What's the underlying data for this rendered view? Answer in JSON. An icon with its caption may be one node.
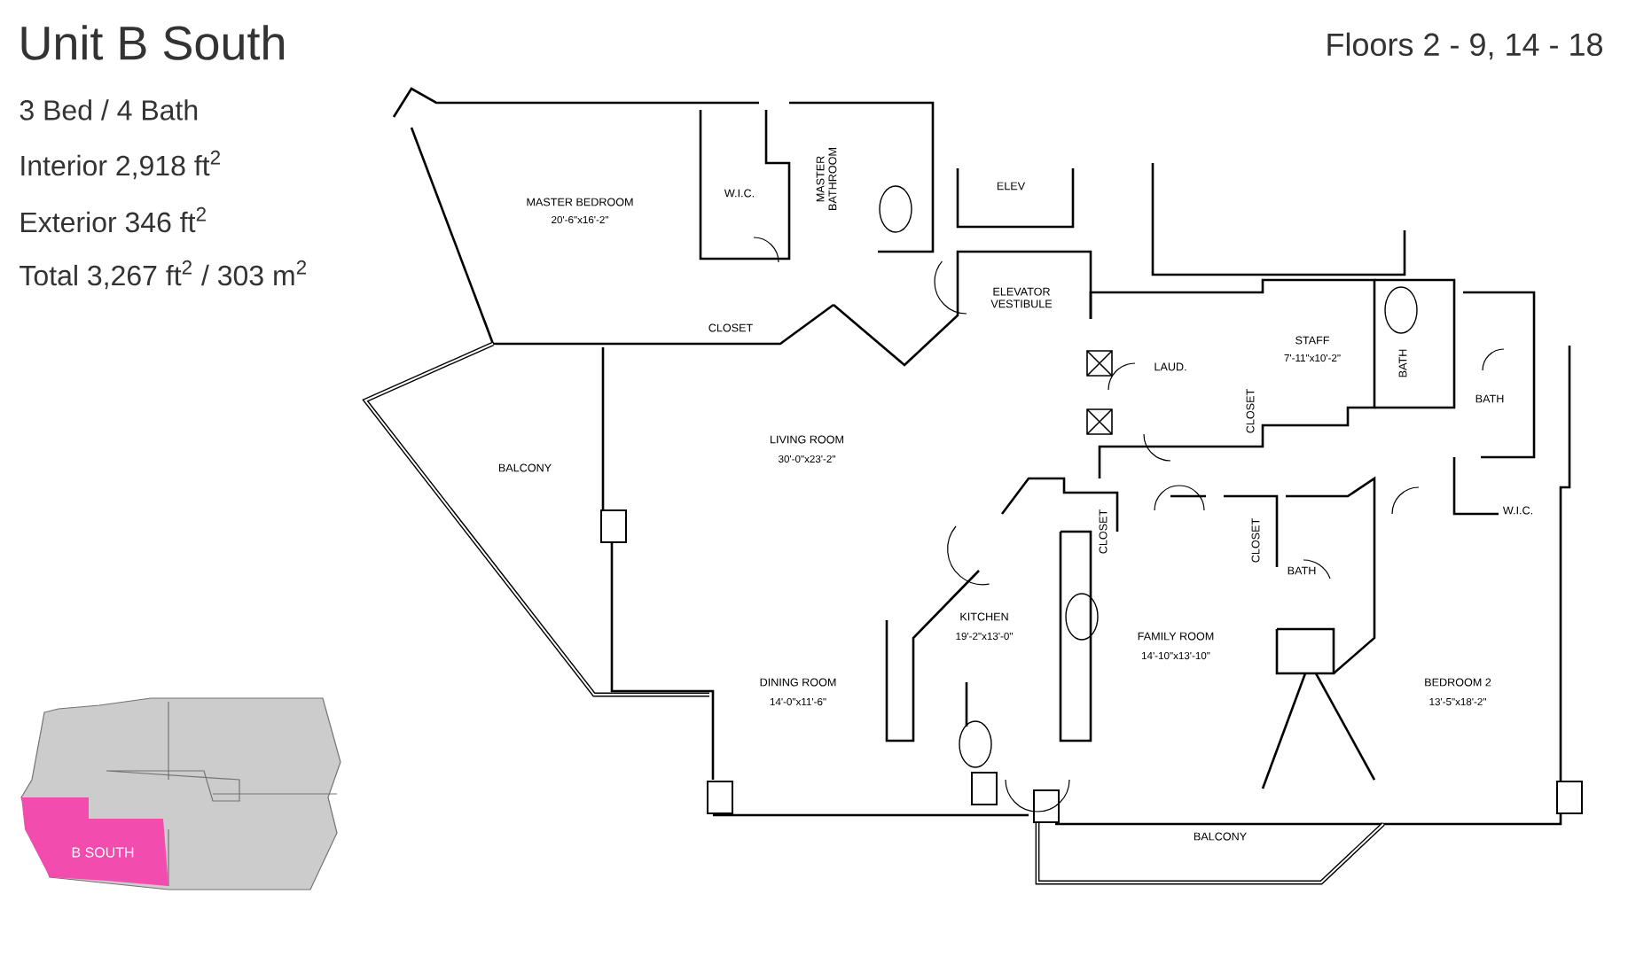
{
  "diagram": {
    "title": "Unit B South",
    "nodes": [
      {
        "text": [
          "B SOUTH"
        ]
      }
    ],
    "edges": [],
    "labels": [
      "3 Bed / 4 Bath",
      "Interior 2,918 ft$^{2}$",
      "Exterior 346 ft$^{2}$",
      "Total 3,267 ft$^{2}$ / 303 m$^{2}$",
      "Floors 2 - 9, 14 - 18",
      "MASTER BEDROOM",
      "20'-6\"x16'-2\"",
      "W.I.C.",
      "MASTER BATHROOM",
      "ELEV",
      "ELEVATOR VESTIBULE",
      "CLOSET",
      "STAFF",
      "7'-11\"x10'-2\"",
      "LAUD.",
      "BATH",
      "BATH",
      "CLOSET",
      "BALCONY",
      "LIVING ROOM",
      "30'-0\"x23'-2\"",
      "CLOSET",
      "CLOSET",
      "BATH",
      "W.I.C.",
      "KITCHEN",
      "19'-2\"x13'-0\"",
      "FAMILY ROOM",
      "14'-10\"x13'-10\"",
      "DINING ROOM",
      "14'-0\"x11'-6\"",
      "BEDROOM 2",
      "13'-5\"x18'-2\"",
      "BALCONY"
    ]
  }
}
